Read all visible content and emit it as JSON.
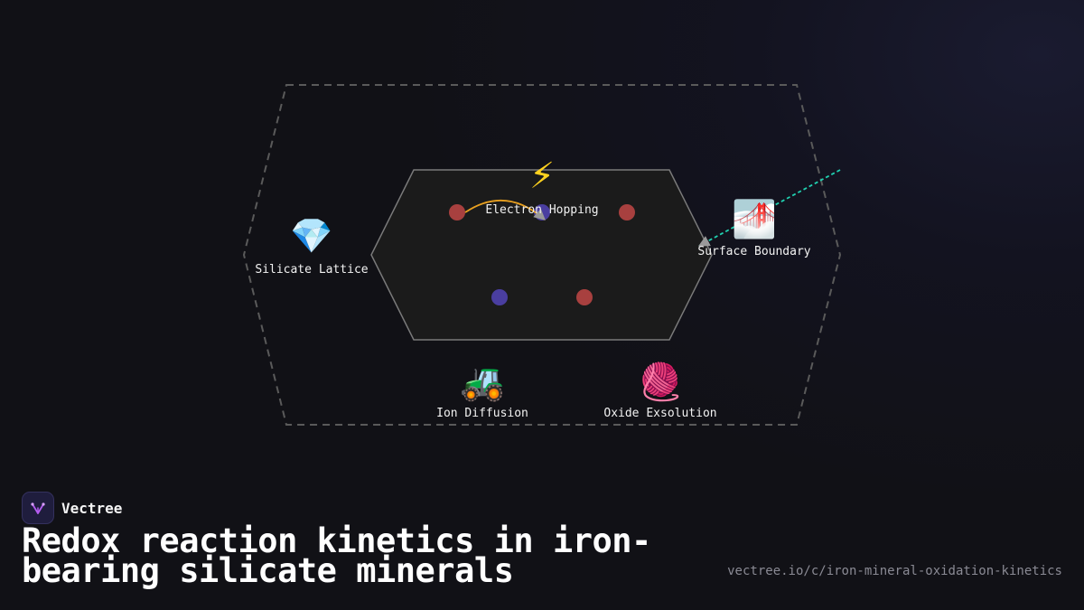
{
  "diagram": {
    "nodes": {
      "silicate_lattice": {
        "label": "Silicate Lattice",
        "icon": "gem-icon",
        "glyph": "💎"
      },
      "electron_hopping": {
        "label": "Electron Hopping",
        "icon": "lightning-icon",
        "glyph": "⚡"
      },
      "surface_boundary": {
        "label": "Surface Boundary",
        "icon": "bridge-fog-icon",
        "glyph": "🌁"
      },
      "ion_diffusion": {
        "label": "Ion Diffusion",
        "icon": "tractor-icon",
        "glyph": "🚜"
      },
      "oxide_exsolution": {
        "label": "Oxide Exsolution",
        "icon": "yarn-icon",
        "glyph": "🧶"
      }
    },
    "colors": {
      "red_atom": "#a8403f",
      "blue_atom": "#4a3ea0",
      "arrow_orange": "#e8a020",
      "arrow_cyan": "#20d0b0",
      "outline_dashed": "#5a5a5a",
      "inner_fill": "#1b1b1b"
    }
  },
  "brand": {
    "name": "Vectree",
    "icon": "vectree-logo-icon"
  },
  "title": "Redox reaction kinetics in iron-bearing silicate minerals",
  "url": "vectree.io/c/iron-mineral-oxidation-kinetics"
}
